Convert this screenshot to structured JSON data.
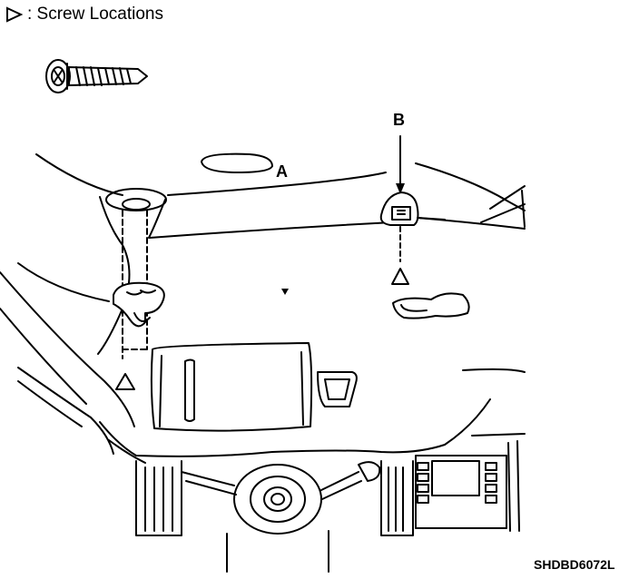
{
  "legend": {
    "icon": "triangle-pointer-icon",
    "text": ": Screw Locations"
  },
  "labels": {
    "a": "A",
    "b": "B"
  },
  "figure_code": "SHDBD6072L"
}
